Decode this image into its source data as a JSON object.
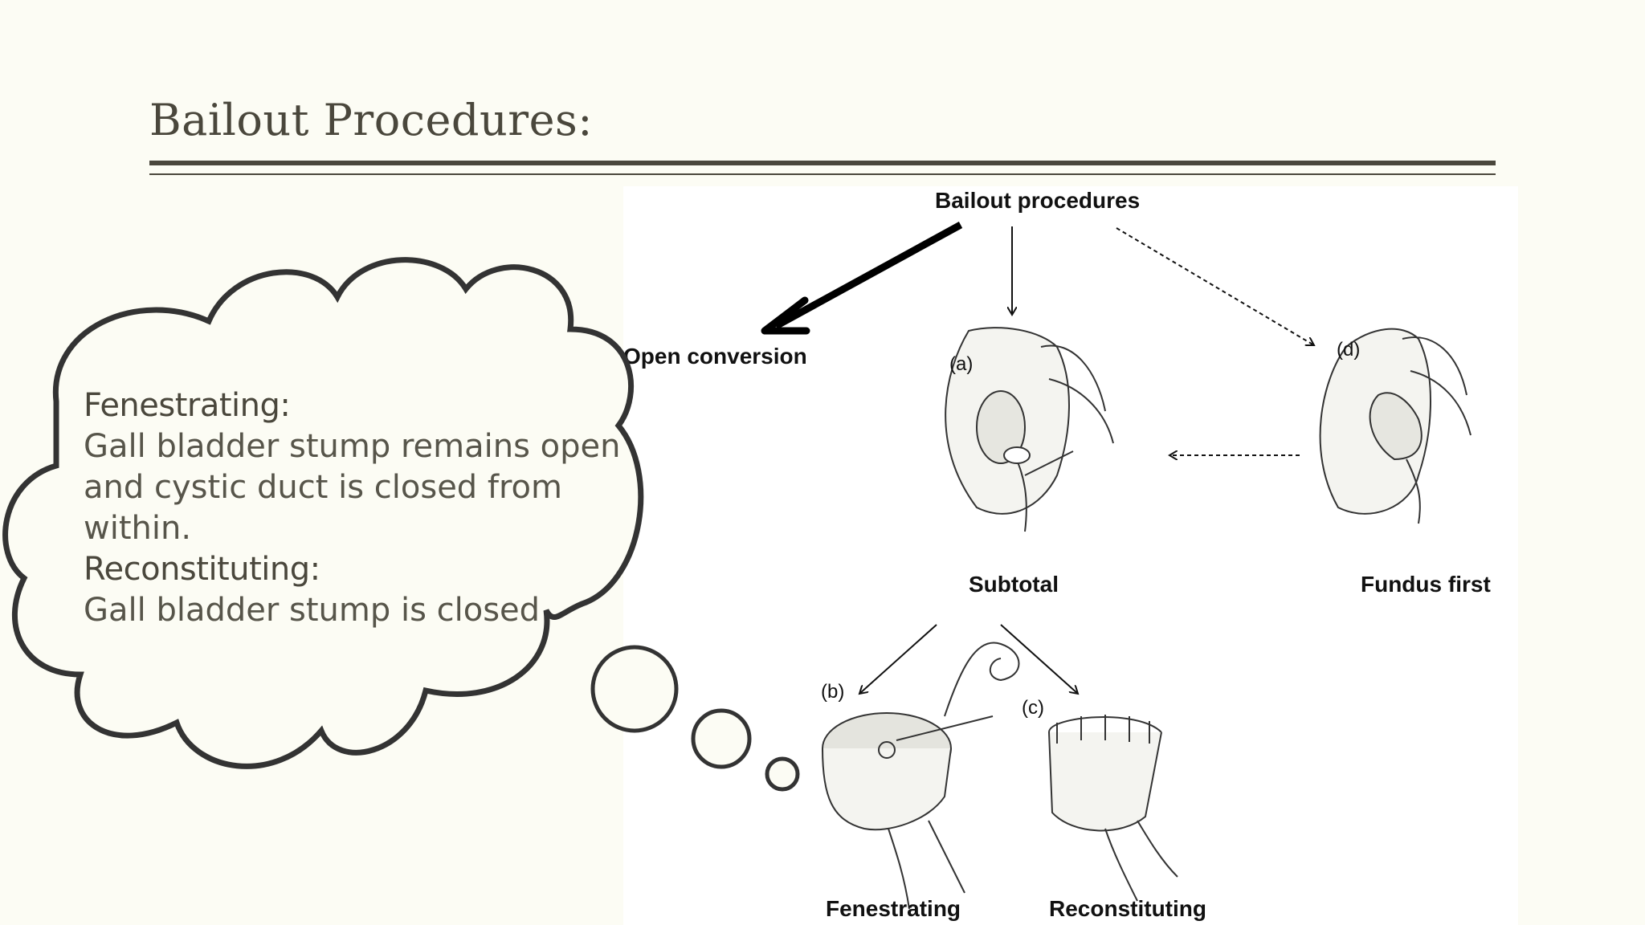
{
  "slide": {
    "title": "Bailout Procedures:"
  },
  "thought_bubble": {
    "fenestrating_heading": "Fenestrating:",
    "fenestrating_text": "Gall bladder stump remains open and cystic duct is closed from within.",
    "reconstituting_heading": "Reconstituting:",
    "reconstituting_text": "Gall bladder stump is closed"
  },
  "figure": {
    "root_label": "Bailout procedures",
    "open_conversion_label": "Open conversion",
    "subtotal_letter": "(a)",
    "subtotal_label": "Subtotal",
    "fundus_letter": "(d)",
    "fundus_label": "Fundus first",
    "fenestrating_letter": "(b)",
    "fenestrating_label": "Fenestrating",
    "reconstituting_letter": "(c)",
    "reconstituting_label": "Reconstituting"
  },
  "colors": {
    "background": "#fcfcf4",
    "title": "#4a473c",
    "ink": "#111111"
  }
}
